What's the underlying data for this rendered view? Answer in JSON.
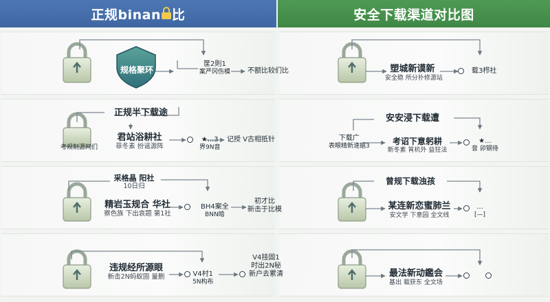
{
  "header": {
    "left_prefix": "正规binan",
    "left_suffix": "比",
    "right_title": "安全下载渠道对比图",
    "left_color": "#4a73b0",
    "right_color": "#4a9450"
  },
  "icons": {
    "lock": "padlock-icon",
    "shield": "shield-icon",
    "bubble": "circle-node-icon"
  },
  "rows": [
    {
      "left": {
        "top_label": "",
        "title": "规格聚环",
        "sub": "",
        "mid_title": "筐2則1",
        "mid_sub": "案严冈伤模",
        "end_text": "不额比较们比"
      },
      "right": {
        "top_label": "",
        "title": "塑城新谟新",
        "sub": "安全稳  所分扑修源站",
        "end_text": "载3栉社"
      }
    },
    {
      "left": {
        "top_label": "正规半下载途",
        "side_label": "考规制源网们",
        "title": "君站浴耕社",
        "sub": "菲冬素  扮谣源阵",
        "mid_title": "★...3",
        "mid_sub": "界9N音",
        "end_text": "记授 V古相抵针"
      },
      "right": {
        "top_label": "安安浸下载遭",
        "side_label": "下载广",
        "side_sub": "表眼精新速据3",
        "title": "考诏下意躬耕",
        "sub": "新冬素  筲机外 益狂法",
        "mid_title": "★...",
        "mid_sub": "音 卯钢待",
        "end_text": ""
      }
    },
    {
      "left": {
        "top_label": "采格晶 阳社",
        "top_sub": "10日归",
        "title": "精岩玉规合  华社",
        "sub": "察色族  下出哀题  第1社  ",
        "mid_title": "BH4案全",
        "mid_sub": "BNN暗",
        "end_text": "初才比",
        "end_sub": "新击于比模"
      },
      "right": {
        "top_label": "曾规下载浊孩",
        "top_sub": "",
        "title": "某连新恋蜜肺兰",
        "sub": "安文学  下意园  全文线",
        "mid_title": "...",
        "mid_sub": "[—]",
        "end_text": ""
      }
    },
    {
      "left": {
        "top_label": "",
        "title": "违规经所源眼",
        "sub": "新击2N蚂蚁固  量删",
        "mid_title": "V4村1",
        "mid_sub": "5N构布",
        "end_text": "V4挂固1",
        "end_sub": "时出2N秘",
        "end_sub2": "新户去累清"
      },
      "right": {
        "top_label": "",
        "title": "最法新动鑑会",
        "sub": "基出 载获东  全文场",
        "end_text": ""
      }
    }
  ]
}
